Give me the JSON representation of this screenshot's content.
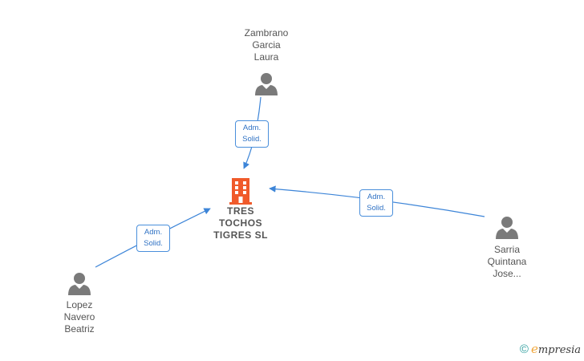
{
  "company": {
    "name_lines": [
      "TRES",
      "TOCHOS",
      "TIGRES  SL"
    ],
    "icon": "building-icon",
    "icon_color": "#f05a2a"
  },
  "people": [
    {
      "id": "zambrano",
      "name_lines": [
        "Zambrano",
        "Garcia",
        "Laura"
      ],
      "icon": "person-icon"
    },
    {
      "id": "sarria",
      "name_lines": [
        "Sarria",
        "Quintana",
        "Jose..."
      ],
      "icon": "person-icon"
    },
    {
      "id": "lopez",
      "name_lines": [
        "Lopez",
        "Navero",
        "Beatriz"
      ],
      "icon": "person-icon"
    }
  ],
  "relations": [
    {
      "from": "zambrano",
      "label_lines": [
        "Adm.",
        "Solid."
      ]
    },
    {
      "from": "sarria",
      "label_lines": [
        "Adm.",
        "Solid."
      ]
    },
    {
      "from": "lopez",
      "label_lines": [
        "Adm.",
        "Solid."
      ]
    }
  ],
  "colors": {
    "edge": "#3d85d8",
    "person_icon": "#7a7a7a",
    "label_text": "#2f72c4",
    "brand_c": "#2e9e9e",
    "brand_e": "#f0a63a"
  },
  "brand": {
    "copyright": "©",
    "initial": "e",
    "rest": "mpresia"
  }
}
